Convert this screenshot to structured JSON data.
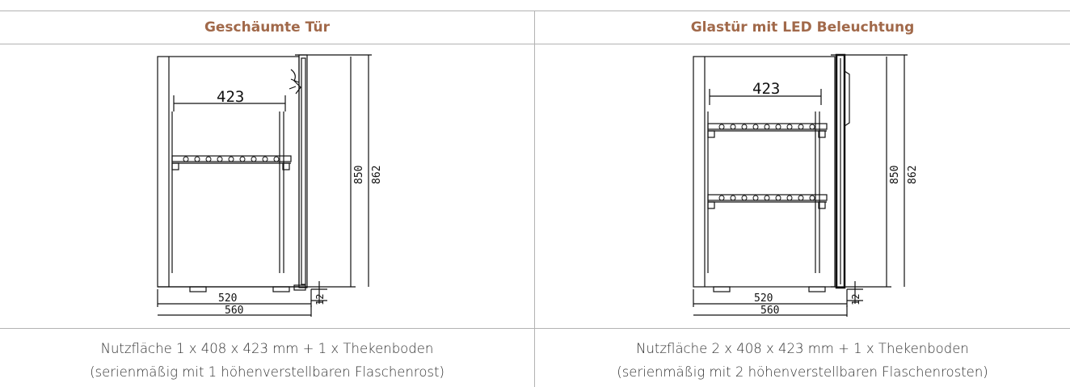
{
  "columns": [
    {
      "title": "Geschäumte Tür",
      "drawing": {
        "shelf_count": 1,
        "door": "foam",
        "dims": {
          "inner_width": "423",
          "base_width": "520",
          "total_width": "560",
          "height": "850",
          "total_height": "862",
          "foot": "12"
        }
      },
      "caption_line1": "Nutzfläche 1 x 408 x 423 mm + 1 x Thekenboden",
      "caption_line2": "(serienmäßig mit 1 höhenverstellbaren Flaschenrost)"
    },
    {
      "title": "Glastür mit LED Beleuchtung",
      "drawing": {
        "shelf_count": 2,
        "door": "glass",
        "dims": {
          "inner_width": "423",
          "base_width": "520",
          "total_width": "560",
          "height": "850",
          "total_height": "862",
          "foot": "12"
        }
      },
      "caption_line1": "Nutzfläche 2 x 408 x 423 mm + 1 x Thekenboden",
      "caption_line2": "(serienmäßig mit 2 höhenverstellbaren Flaschenrosten)"
    }
  ],
  "colors": {
    "title": "#a1694a",
    "border": "#b3b3b3",
    "caption": "#333333"
  }
}
